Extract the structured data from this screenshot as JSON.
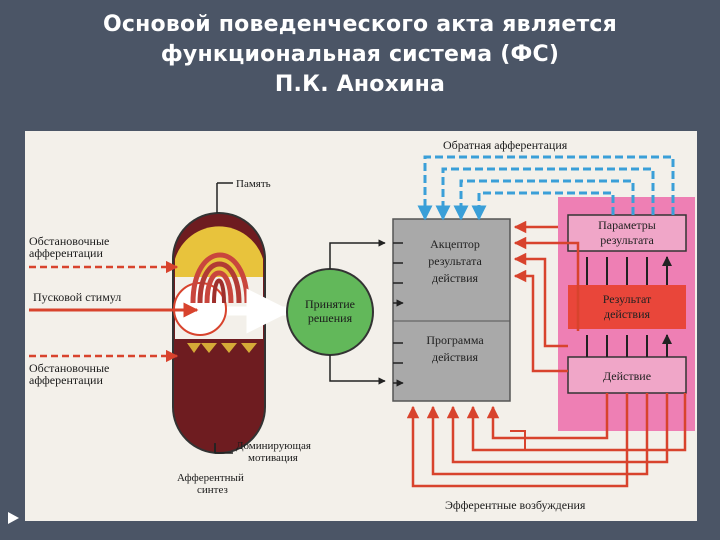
{
  "slide": {
    "title_line1": "Основой поведенческого акта является",
    "title_line2": "функциональная система (ФС)",
    "title_line3": "П.К. Анохина"
  },
  "diagram": {
    "feedback_label": "Обратная афферентация",
    "memory_label": "Память",
    "situational_afferents_top": [
      "Обстановочные",
      "афферентации"
    ],
    "trigger_stimulus": "Пусковой стимул",
    "situational_afferents_bottom": [
      "Обстановочные",
      "афферентации"
    ],
    "dominant_motivation": [
      "Доминирующая",
      "мотивация"
    ],
    "afferent_synthesis": [
      "Афферентный",
      "синтез"
    ],
    "decision": [
      "Принятие",
      "решения"
    ],
    "acceptor": [
      "Акцептор",
      "результата",
      "действия"
    ],
    "program": [
      "Программа",
      "действия"
    ],
    "result_params": [
      "Параметры",
      "результата"
    ],
    "result": [
      "Результат",
      "действия"
    ],
    "action": "Действие",
    "efferent_excitations": "Эфферентные возбуждения"
  },
  "colors": {
    "background": "#4b5566",
    "arrow_red": "#d8432d",
    "feedback_blue": "#3a9fd8",
    "acceptor_gray": "#a9a9a9",
    "pink_panel": "#ee7fb4",
    "decision_green": "#62b85a",
    "memory_yellow": "#e8c33c",
    "motivation_maroon": "#6e1c20"
  }
}
